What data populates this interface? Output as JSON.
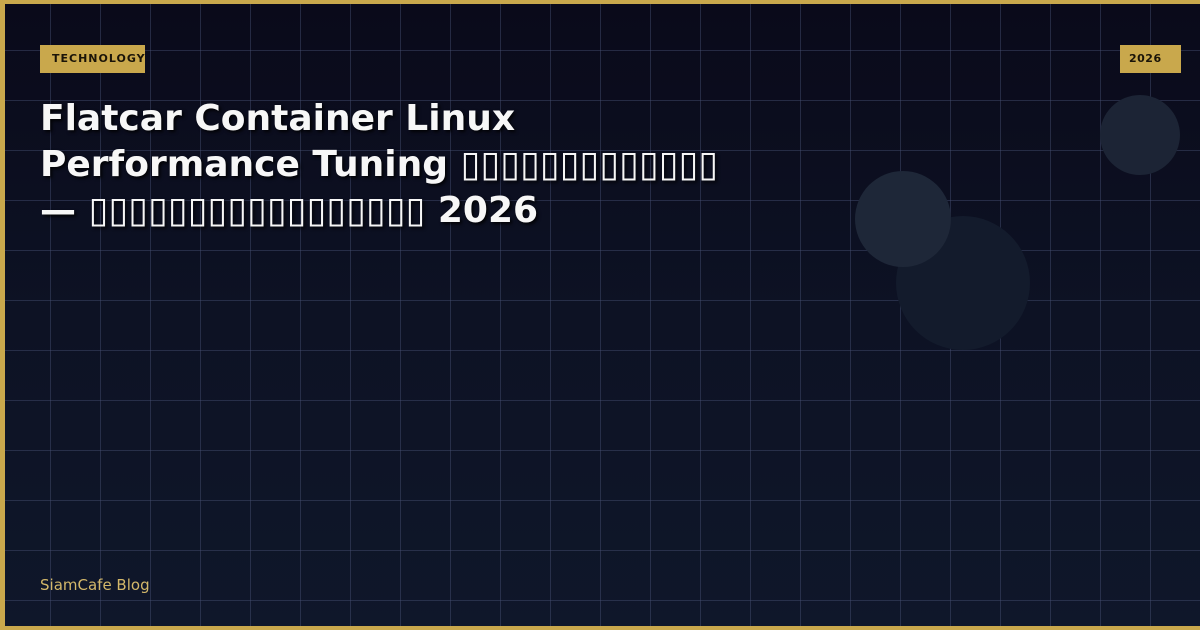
{
  "card": {
    "category_badge": "TECHNOLOGY",
    "year_badge": "2026",
    "title_lines": [
      "Flatcar Container Linux",
      "Performance Tuning ▯▯▯▯▯▯▯▯▯▯▯▯▯",
      "— ▯▯▯▯▯▯▯▯▯▯▯▯▯▯▯▯▯ 2026"
    ],
    "footer_brand": "SiamCafe Blog"
  },
  "colors": {
    "accent_gold": "#c9a84c",
    "footer_text": "#d4b86a",
    "background_top": "#0a0a1a",
    "background_bottom": "#0f172a",
    "title_text": "#f7f7f7",
    "badge_text": "#1a1408",
    "circle_light": "#1e2738",
    "circle_dark": "#131b2c"
  }
}
